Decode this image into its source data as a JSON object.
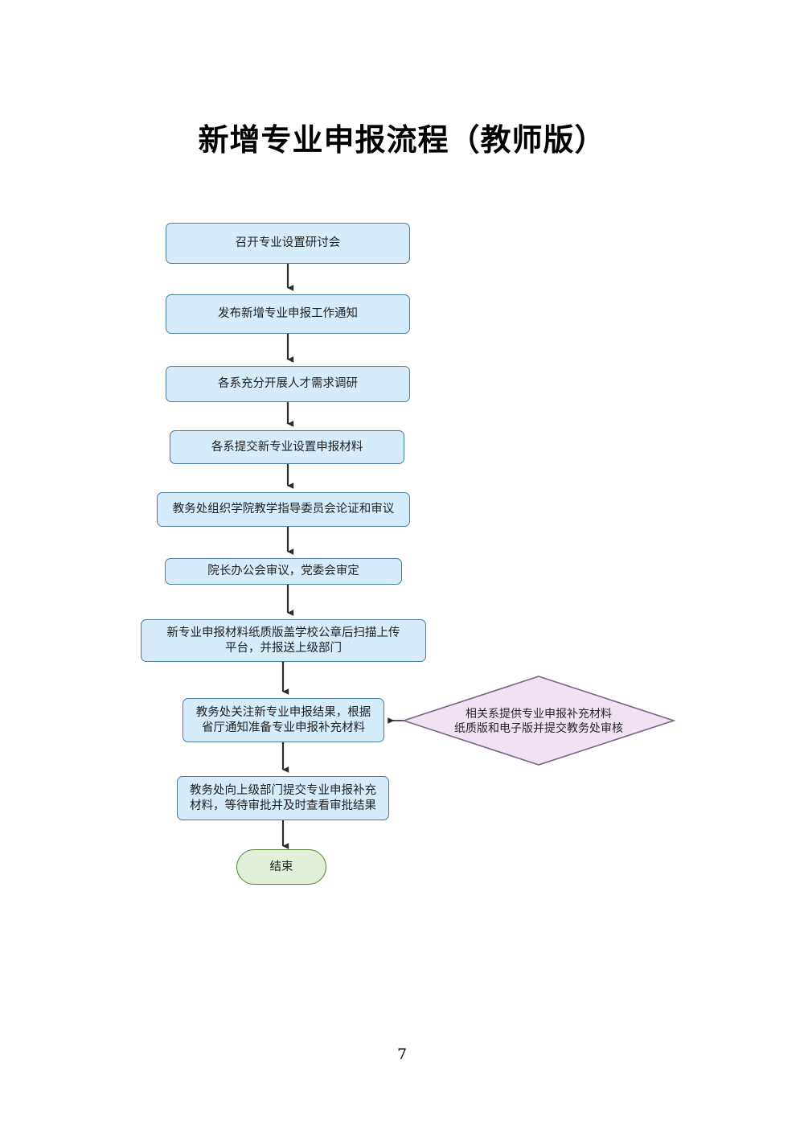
{
  "document": {
    "title": "新增专业申报流程（教师版）",
    "page_number": "7"
  },
  "colors": {
    "process_fill": "#d6ecfb",
    "process_border": "#4c7c9b",
    "decision_fill": "#f0e2f3",
    "decision_border": "#7f5f8f",
    "terminator_fill": "#e2efda",
    "terminator_border": "#548235",
    "connector": "#404040",
    "text": "#1f1f1f"
  },
  "flow": {
    "nodes": [
      {
        "id": "step-1",
        "shape": "process",
        "label": "召开专业设置研讨会"
      },
      {
        "id": "step-2",
        "shape": "process",
        "label": "发布新增专业申报工作通知"
      },
      {
        "id": "step-3",
        "shape": "process",
        "label": "各系充分开展人才需求调研"
      },
      {
        "id": "step-4",
        "shape": "process",
        "label": "各系提交新专业设置申报材料"
      },
      {
        "id": "step-5",
        "shape": "process",
        "label": "教务处组织学院教学指导委员会论证和审议"
      },
      {
        "id": "step-6",
        "shape": "process",
        "label": "院长办公会审议，党委会审定"
      },
      {
        "id": "step-7",
        "shape": "process",
        "label": "新专业申报材料纸质版盖学校公章后扫描上传\n平台，并报送上级部门"
      },
      {
        "id": "step-8",
        "shape": "process",
        "label": "教务处关注新专业申报结果，根据\n省厅通知准备专业申报补充材料"
      },
      {
        "id": "step-9-side",
        "shape": "decision",
        "label_line1": "相关系提供专业申报补充材料",
        "label_line2": "纸质版和电子版并提交教务处审核"
      },
      {
        "id": "step-10",
        "shape": "process",
        "label": "教务处向上级部门提交专业申报补充\n材料，等待审批并及时查看审批结果"
      },
      {
        "id": "end",
        "shape": "terminator",
        "label": "结束"
      }
    ]
  }
}
